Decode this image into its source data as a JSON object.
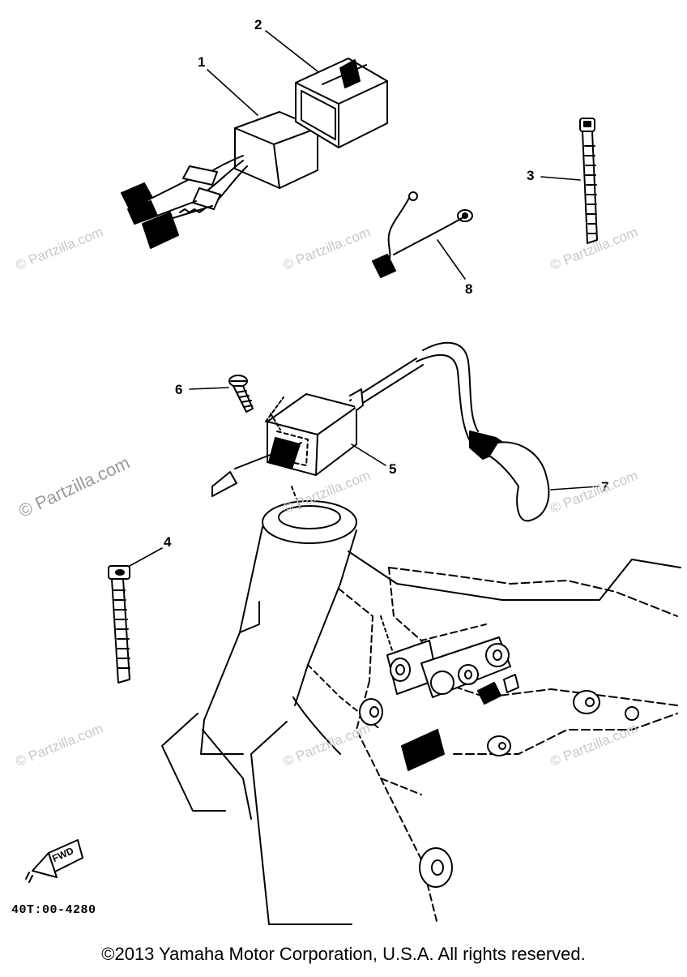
{
  "diagram": {
    "callouts": [
      "1",
      "2",
      "3",
      "4",
      "5",
      "6",
      "7",
      "8"
    ],
    "part_code": "40T:00-4280",
    "fwd_label": "FWD",
    "copyright": "©2013 Yamaha Motor Corporation, U.S.A. All rights reserved.",
    "watermark": "© Partzilla.com"
  }
}
